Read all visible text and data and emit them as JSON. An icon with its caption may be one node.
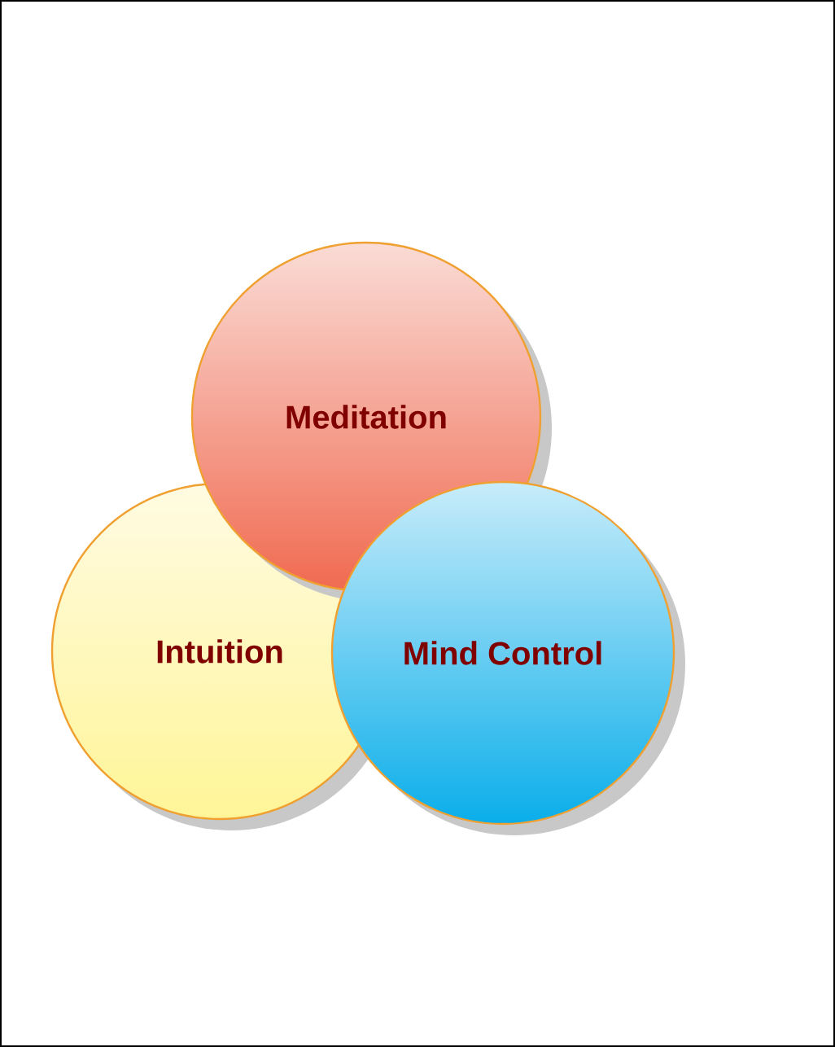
{
  "diagram": {
    "nodes": [
      {
        "text": [
          "Meditation"
        ]
      },
      {
        "text": [
          "Intuition"
        ]
      },
      {
        "text": [
          "Mind Control"
        ]
      }
    ]
  }
}
